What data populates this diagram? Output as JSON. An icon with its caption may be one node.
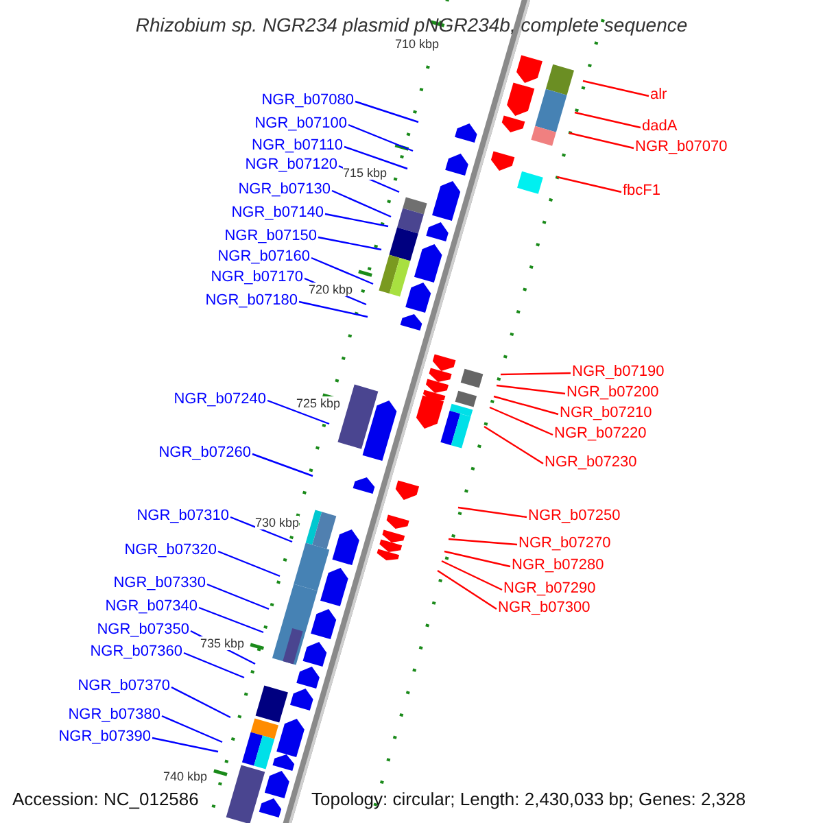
{
  "diagram": {
    "title": "Rhizobium sp. NGR234 plasmid pNGR234b, complete sequence",
    "nodes": [
      {
        "text": [
          "NGR_b07080"
        ]
      },
      {
        "text": [
          "NGR_b07100"
        ]
      },
      {
        "text": [
          "NGR_b07110"
        ]
      },
      {
        "text": [
          "NGR_b07120"
        ]
      },
      {
        "text": [
          "NGR_b07130"
        ]
      },
      {
        "text": [
          "NGR_b07140"
        ]
      },
      {
        "text": [
          "NGR_b07150"
        ]
      },
      {
        "text": [
          "NGR_b07160"
        ]
      },
      {
        "text": [
          "NGR_b07170"
        ]
      },
      {
        "text": [
          "NGR_b07180"
        ]
      },
      {
        "text": [
          "NGR_b07240"
        ]
      },
      {
        "text": [
          "NGR_b07260"
        ]
      },
      {
        "text": [
          "NGR_b07310"
        ]
      },
      {
        "text": [
          "NGR_b07320"
        ]
      },
      {
        "text": [
          "NGR_b07330"
        ]
      },
      {
        "text": [
          "NGR_b07340"
        ]
      },
      {
        "text": [
          "NGR_b07350"
        ]
      },
      {
        "text": [
          "NGR_b07360"
        ]
      },
      {
        "text": [
          "NGR_b07370"
        ]
      },
      {
        "text": [
          "NGR_b07380"
        ]
      },
      {
        "text": [
          "NGR_b07390"
        ]
      },
      {
        "text": [
          "alr"
        ]
      },
      {
        "text": [
          "dadA"
        ]
      },
      {
        "text": [
          "NGR_b07070"
        ]
      },
      {
        "text": [
          "fbcF1"
        ]
      },
      {
        "text": [
          "NGR_b07190"
        ]
      },
      {
        "text": [
          "NGR_b07200"
        ]
      },
      {
        "text": [
          "NGR_b07210"
        ]
      },
      {
        "text": [
          "NGR_b07220"
        ]
      },
      {
        "text": [
          "NGR_b07230"
        ]
      },
      {
        "text": [
          "NGR_b07250"
        ]
      },
      {
        "text": [
          "NGR_b07270"
        ]
      },
      {
        "text": [
          "NGR_b07280"
        ]
      },
      {
        "text": [
          "NGR_b07290"
        ]
      },
      {
        "text": [
          "NGR_b07300"
        ]
      }
    ],
    "edges": [
      {
        "from": 0,
        "to": null,
        "arrow": "none"
      },
      {
        "from": 1,
        "to": null,
        "arrow": "none"
      },
      {
        "from": 2,
        "to": null,
        "arrow": "none"
      },
      {
        "from": 3,
        "to": null,
        "arrow": "none"
      },
      {
        "from": 4,
        "to": null,
        "arrow": "none"
      },
      {
        "from": 5,
        "to": null,
        "arrow": "none"
      },
      {
        "from": 6,
        "to": null,
        "arrow": "none"
      },
      {
        "from": 7,
        "to": null,
        "arrow": "none"
      },
      {
        "from": 8,
        "to": null,
        "arrow": "none"
      },
      {
        "from": 9,
        "to": null,
        "arrow": "none"
      },
      {
        "from": 10,
        "to": null,
        "arrow": "none"
      },
      {
        "from": 11,
        "to": null,
        "arrow": "none"
      },
      {
        "from": 12,
        "to": null,
        "arrow": "none"
      },
      {
        "from": 13,
        "to": null,
        "arrow": "none"
      },
      {
        "from": 14,
        "to": null,
        "arrow": "none"
      },
      {
        "from": 15,
        "to": null,
        "arrow": "none"
      },
      {
        "from": 16,
        "to": null,
        "arrow": "none"
      },
      {
        "from": 17,
        "to": null,
        "arrow": "none"
      },
      {
        "from": 18,
        "to": null,
        "arrow": "none"
      },
      {
        "from": 19,
        "to": null,
        "arrow": "none"
      },
      {
        "from": 20,
        "to": null,
        "arrow": "none"
      },
      {
        "from": 21,
        "to": null,
        "arrow": "none",
        "color": "#ff0000"
      },
      {
        "from": 22,
        "to": null,
        "arrow": "none",
        "color": "#ff0000"
      },
      {
        "from": 23,
        "to": null,
        "arrow": "none",
        "color": "#ff0000"
      },
      {
        "from": 24,
        "to": null,
        "arrow": "none",
        "color": "#ff0000"
      },
      {
        "from": 25,
        "to": null,
        "arrow": "none",
        "color": "#ff0000"
      },
      {
        "from": 26,
        "to": null,
        "arrow": "none",
        "color": "#ff0000"
      },
      {
        "from": 27,
        "to": null,
        "arrow": "none",
        "color": "#ff0000"
      },
      {
        "from": 28,
        "to": null,
        "arrow": "none",
        "color": "#ff0000"
      },
      {
        "from": 29,
        "to": null,
        "arrow": "none",
        "color": "#ff0000"
      },
      {
        "from": 30,
        "to": null,
        "arrow": "none",
        "color": "#ff0000"
      },
      {
        "from": 31,
        "to": null,
        "arrow": "none",
        "color": "#ff0000"
      },
      {
        "from": 32,
        "to": null,
        "arrow": "none",
        "color": "#ff0000"
      },
      {
        "from": 33,
        "to": null,
        "arrow": "none",
        "color": "#ff0000"
      },
      {
        "from": 34,
        "to": null,
        "arrow": "none",
        "color": "#ff0000"
      }
    ],
    "labels": [
      "710 kbp",
      "715 kbp",
      "720 kbp",
      "725 kbp",
      "730 kbp",
      "735 kbp",
      "740 kbp",
      "Accession: NC_012586",
      "Topology: circular; Length: 2,430,033 bp; Genes: 2,328"
    ]
  }
}
